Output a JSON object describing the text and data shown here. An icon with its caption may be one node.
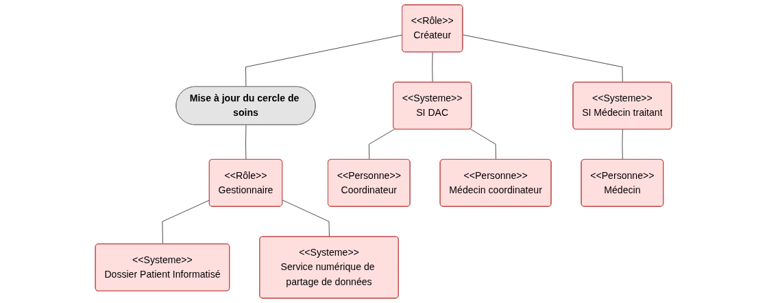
{
  "diagram": {
    "nodes": [
      {
        "text": [
          "<<Rôle>>",
          "Créateur"
        ]
      },
      {
        "text": [
          "Mise à jour du cercle de soins"
        ]
      },
      {
        "text": [
          "<<Rôle>>",
          "Gestionnaire"
        ]
      },
      {
        "text": [
          "<<Systeme>>",
          "SI DAC"
        ]
      },
      {
        "text": [
          "<<Systeme>>",
          "SI Médecin traitant"
        ]
      },
      {
        "text": [
          "<<Systeme>>",
          "Dossier Patient Informatisé"
        ]
      },
      {
        "text": [
          "<<Systeme>>",
          "Service numérique de partage de données"
        ]
      },
      {
        "text": [
          "<<Personne>>",
          "Coordinateur"
        ]
      },
      {
        "text": [
          "<<Personne>>",
          "Médecin coordinateur"
        ]
      },
      {
        "text": [
          "<<Personne>>",
          "Médecin"
        ]
      }
    ],
    "edges": [
      {
        "from": 0,
        "to": 1,
        "arrow": "none"
      },
      {
        "from": 1,
        "to": 2,
        "arrow": "none"
      },
      {
        "from": 0,
        "to": 3,
        "arrow": "none"
      },
      {
        "from": 0,
        "to": 4,
        "arrow": "none"
      },
      {
        "from": 2,
        "to": 5,
        "arrow": "none"
      },
      {
        "from": 2,
        "to": 6,
        "arrow": "none"
      },
      {
        "from": 3,
        "to": 7,
        "arrow": "none"
      },
      {
        "from": 3,
        "to": 8,
        "arrow": "none"
      },
      {
        "from": 4,
        "to": 9,
        "arrow": "none"
      }
    ]
  }
}
